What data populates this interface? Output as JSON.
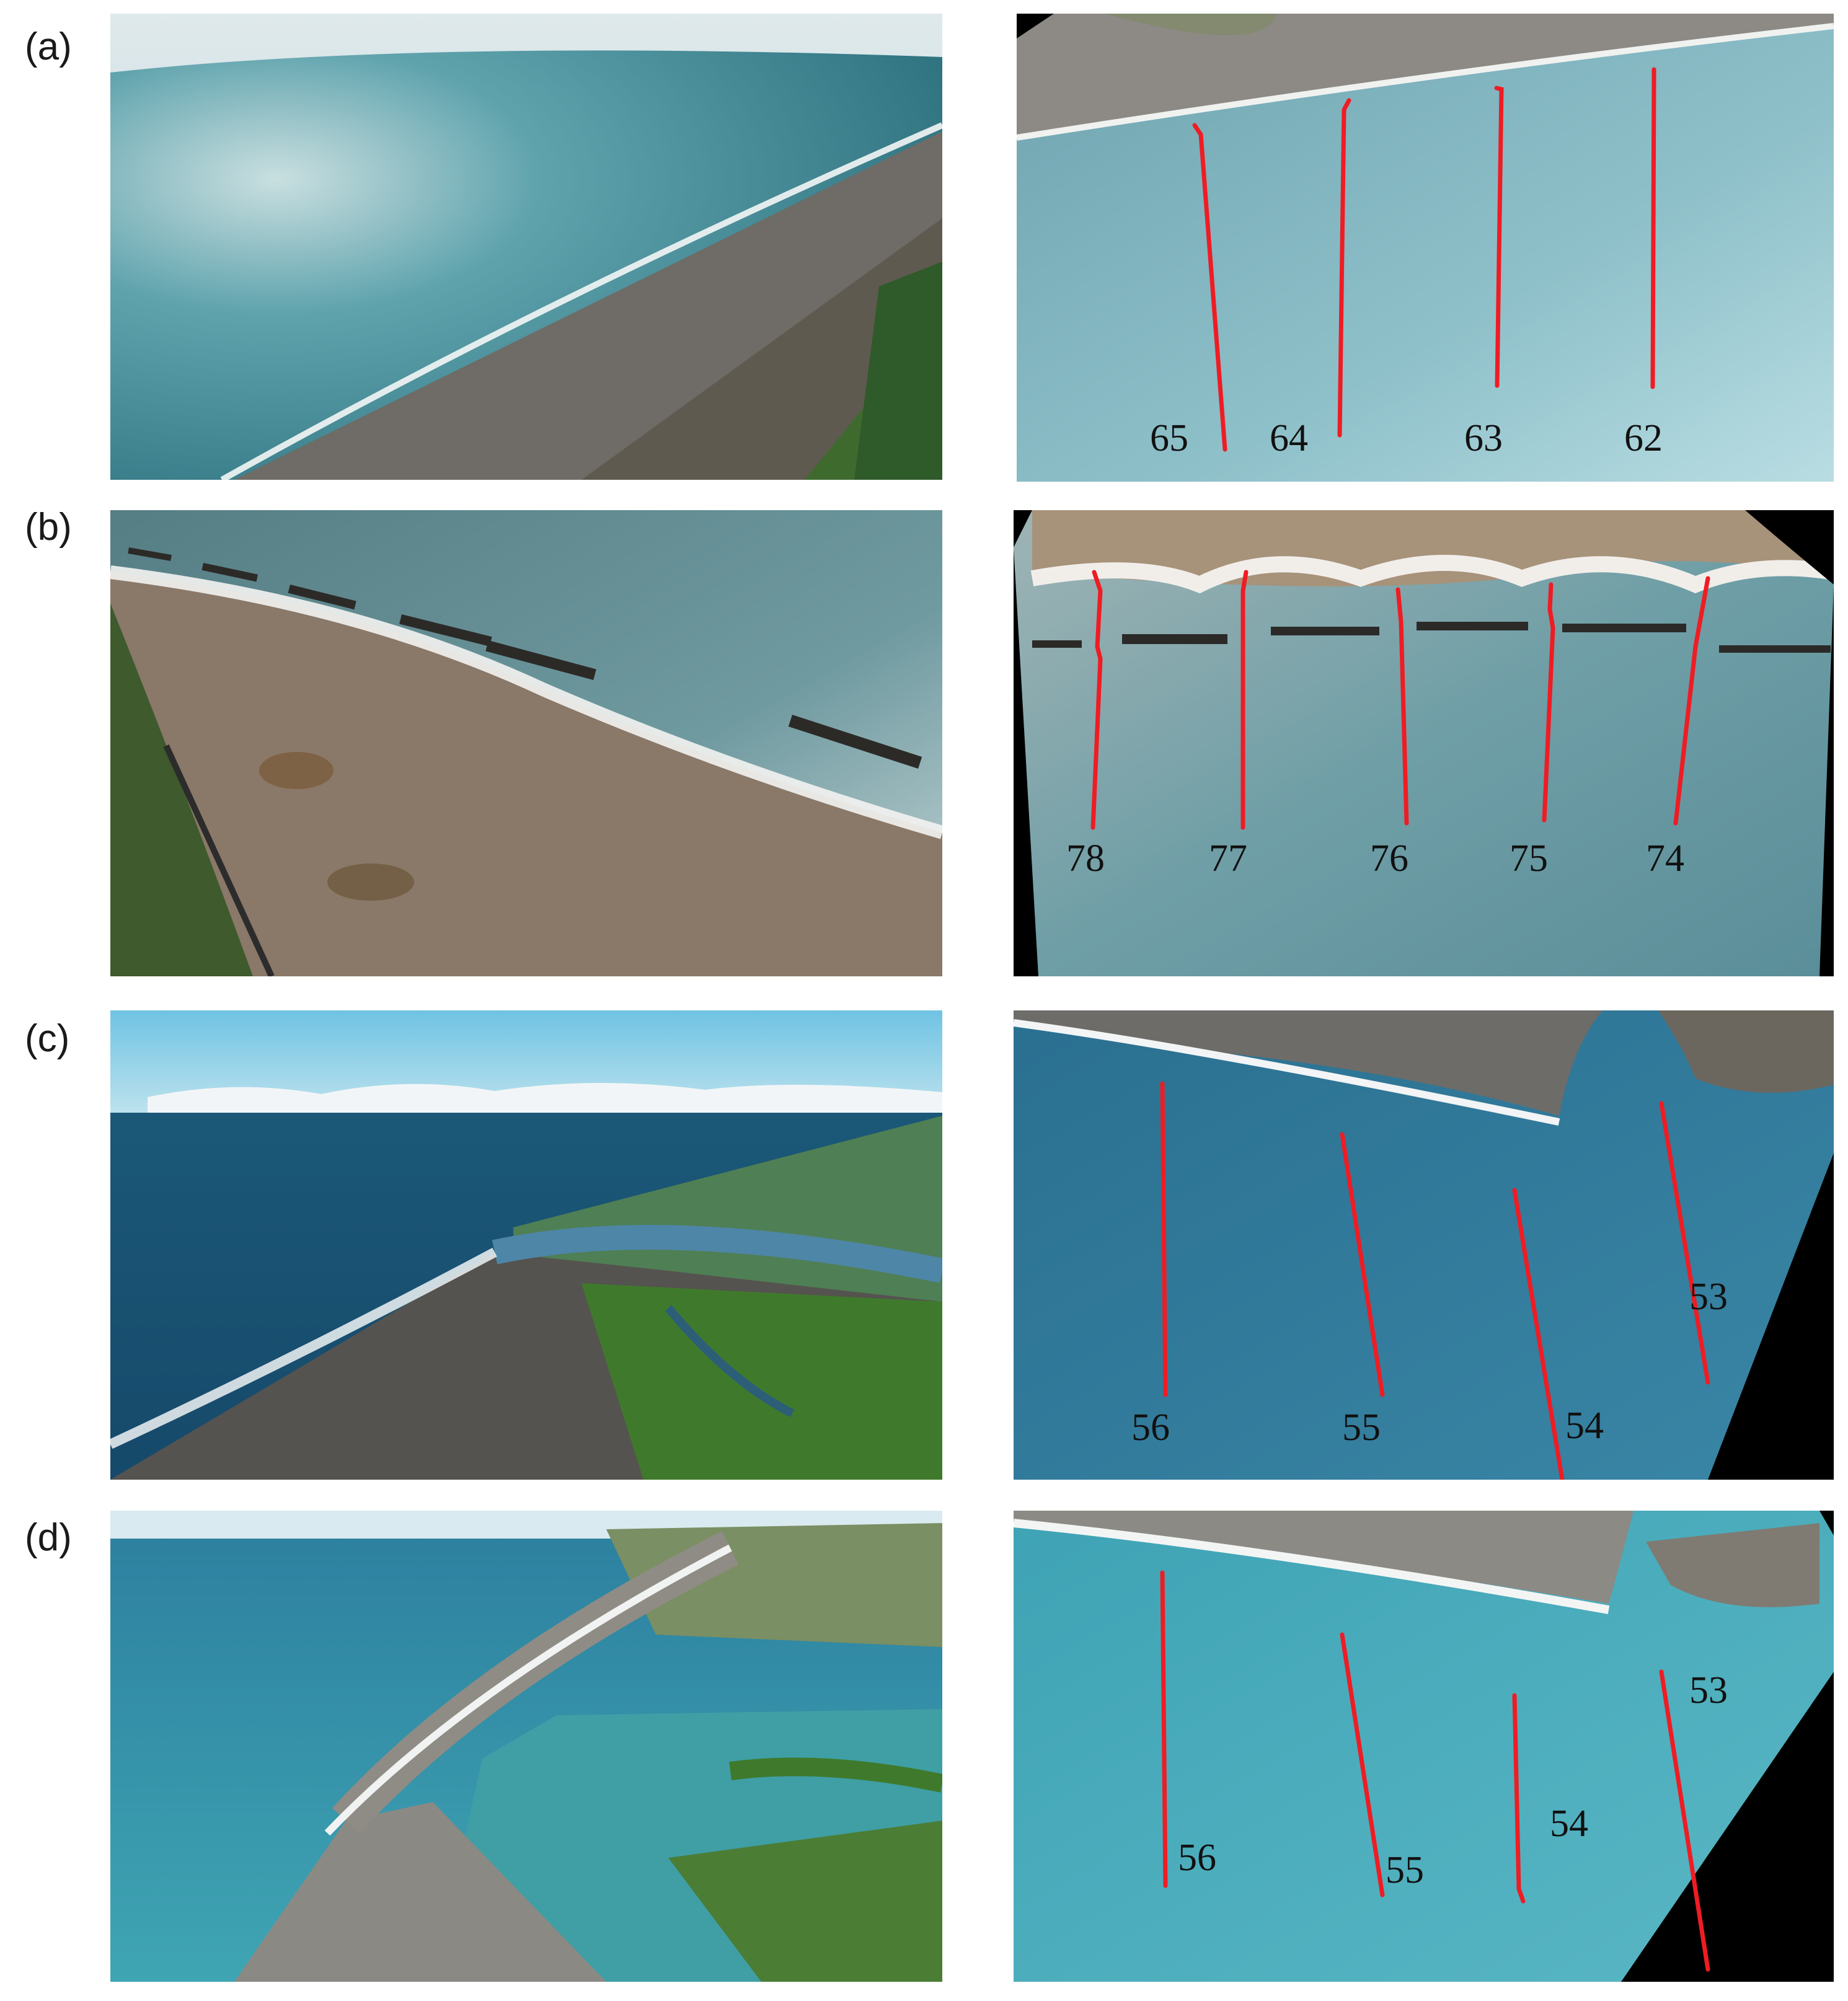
{
  "figure": {
    "panels": [
      {
        "label": "(a)",
        "transects": [
          "65",
          "64",
          "63",
          "62"
        ]
      },
      {
        "label": "(b)",
        "transects": [
          "78",
          "77",
          "76",
          "75",
          "74"
        ]
      },
      {
        "label": "(c)",
        "transects": [
          "56",
          "55",
          "54",
          "53"
        ]
      },
      {
        "label": "(d)",
        "transects": [
          "56",
          "55",
          "54",
          "53"
        ]
      }
    ],
    "colors": {
      "transect_line": "#ef1c24",
      "sea_deep": "#1f5f78",
      "sea_light": "#6fb2bf",
      "beach_gravel": "#6d6a66",
      "vegetation": "#3f6a2e",
      "mask_black": "#000000"
    }
  }
}
